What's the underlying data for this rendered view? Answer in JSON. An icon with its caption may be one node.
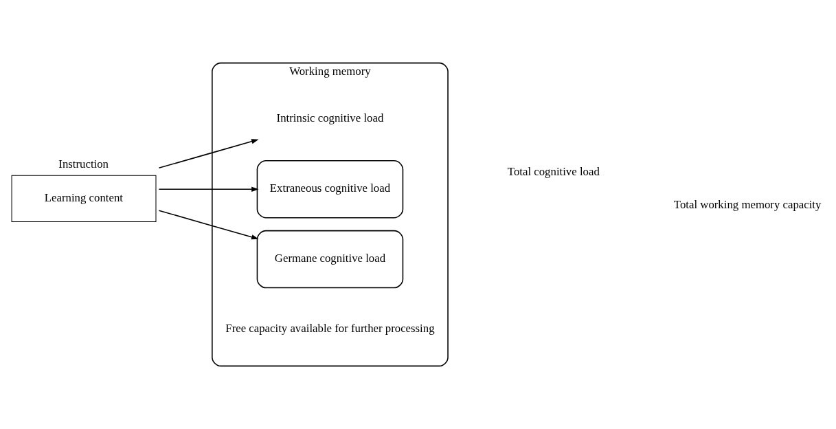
{
  "diagram": {
    "nodes": [
      {
        "text": [
          "Instruction",
          "Learning content"
        ]
      },
      {
        "text": [
          "Working memory"
        ]
      },
      {
        "text": [
          "Free capacity available for further processing"
        ],
        "in": 1
      },
      {
        "text": [
          "Germane cognitive load"
        ],
        "in": 1
      },
      {
        "text": [
          "Extraneous cognitive load"
        ],
        "in": 1
      },
      {
        "text": [
          "Intrinsic cognitive load"
        ],
        "in": 1
      }
    ],
    "edges": [
      {
        "from": 0,
        "to": 3,
        "arrow": "to"
      },
      {
        "from": 0,
        "to": 4,
        "arrow": "to"
      },
      {
        "from": 0,
        "to": 5,
        "arrow": "to"
      }
    ],
    "labels": [
      "Total cognitive load",
      "Total working memory capacity"
    ]
  }
}
